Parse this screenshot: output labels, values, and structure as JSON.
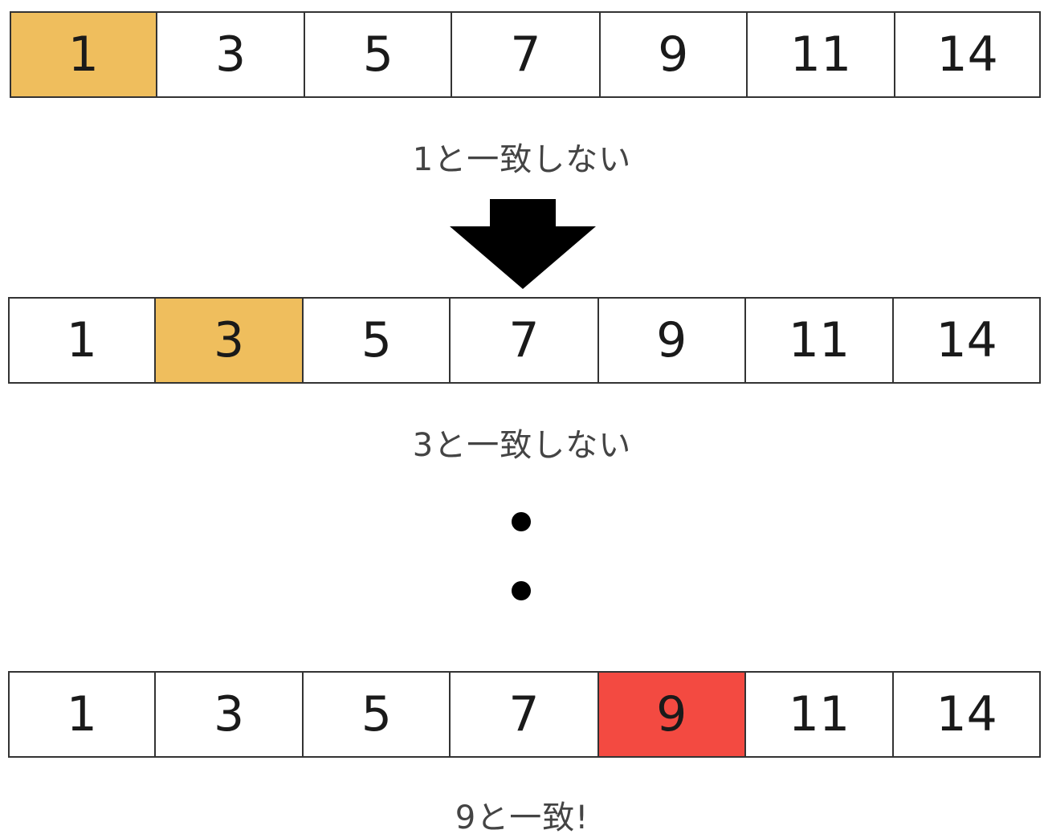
{
  "steps": [
    {
      "cells": [
        "1",
        "3",
        "5",
        "7",
        "9",
        "11",
        "14"
      ],
      "highlight_index": 0,
      "highlight_state": "checked",
      "caption": "1と一致しない"
    },
    {
      "cells": [
        "1",
        "3",
        "5",
        "7",
        "9",
        "11",
        "14"
      ],
      "highlight_index": 1,
      "highlight_state": "checked",
      "caption": "3と一致しない"
    },
    {
      "cells": [
        "1",
        "3",
        "5",
        "7",
        "9",
        "11",
        "14"
      ],
      "highlight_index": 4,
      "highlight_state": "found",
      "caption": "9と一致!"
    }
  ],
  "arrow_icon": "arrow-down-icon",
  "ellipsis_icon": "vertical-ellipsis-dots",
  "colors": {
    "checked": "#efbe5d",
    "found": "#f34a41",
    "border": "#333333"
  }
}
